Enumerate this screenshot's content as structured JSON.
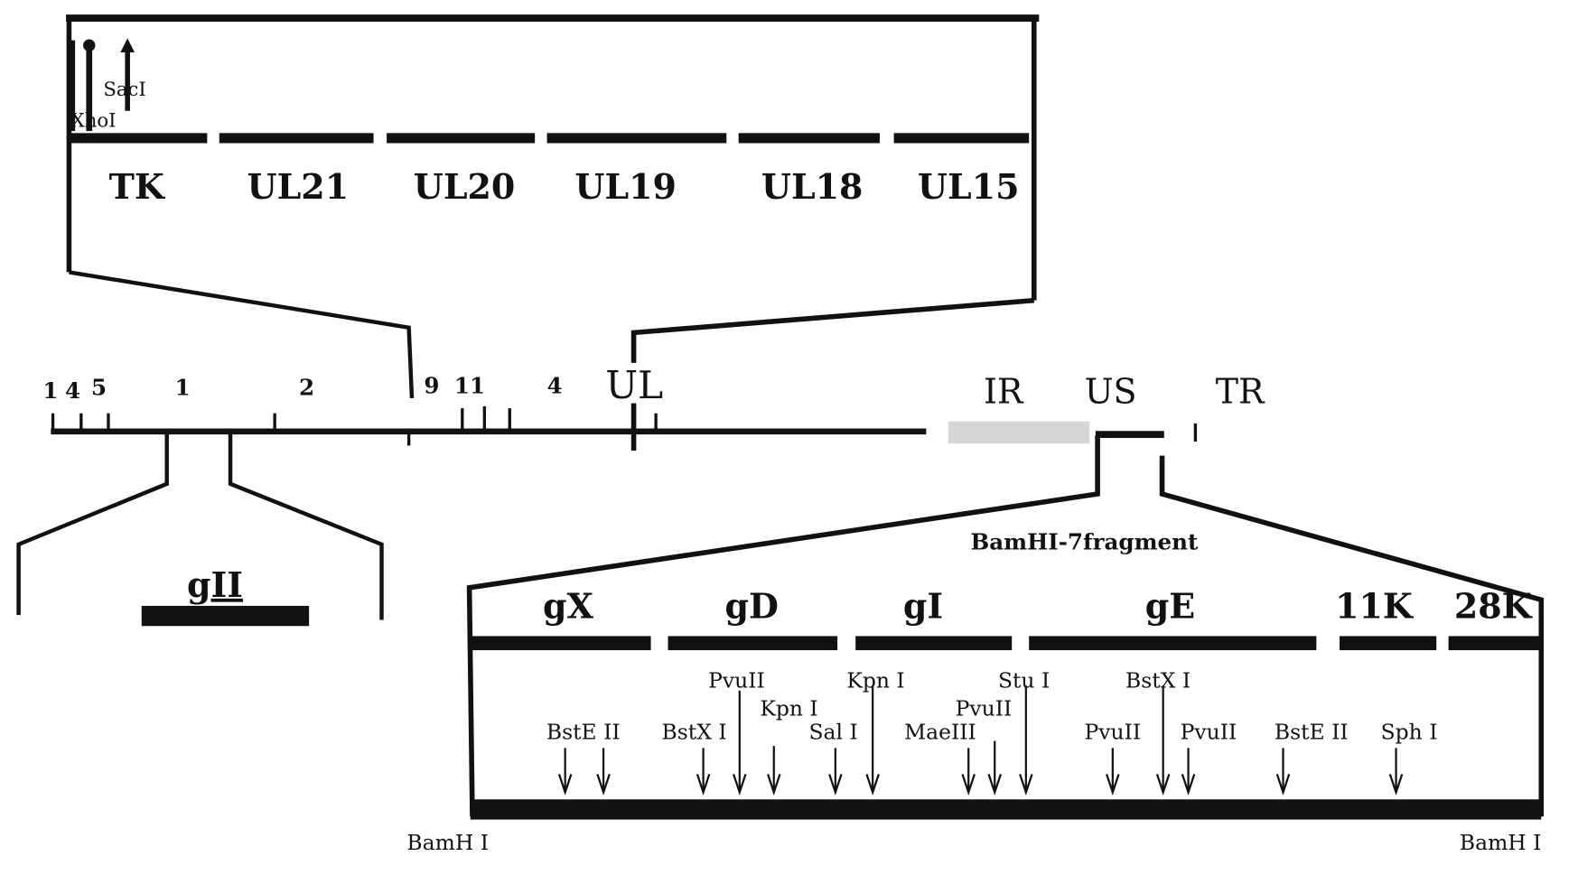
{
  "colors": {
    "ink": "#111111",
    "faded": "#aaaaaa"
  },
  "ul_insert": {
    "sites": [
      "XhoI",
      "SacI"
    ],
    "genes": [
      "TK",
      "UL21",
      "UL20",
      "UL19",
      "UL18",
      "UL15"
    ]
  },
  "genome": {
    "fragment_labels": [
      "1",
      "4",
      "5",
      "1",
      "2",
      "9",
      "11",
      "4"
    ],
    "regions": [
      "UL",
      "IR",
      "US",
      "TR"
    ]
  },
  "gII_insert": {
    "gene": "gII"
  },
  "us_insert": {
    "title": "BamHI-7fragment",
    "genes": [
      "gX",
      "gD",
      "gI",
      "gE",
      "11K",
      "28K"
    ],
    "sites": [
      "BstE II",
      "BstE II",
      "BstX I",
      "PvuII",
      "Kpn I",
      "Sal I",
      "Kpn I",
      "MaeIII",
      "PvuII",
      "Stu I",
      "PvuII",
      "BstX I",
      "PvuII",
      "BstE II",
      "Sph I"
    ],
    "site_label_row1": [
      "PvuII",
      "Kpn I",
      "Stu I",
      "BstX I"
    ],
    "site_label_row2": [
      "Kpn I",
      "PvuII"
    ],
    "site_label_row3": [
      "BstE II",
      "BstX I",
      "Sal I",
      "MaeIII",
      "PvuII",
      "PvuII",
      "BstE II",
      "Sph I"
    ],
    "end_left": "BamH I",
    "end_right": "BamH I"
  }
}
